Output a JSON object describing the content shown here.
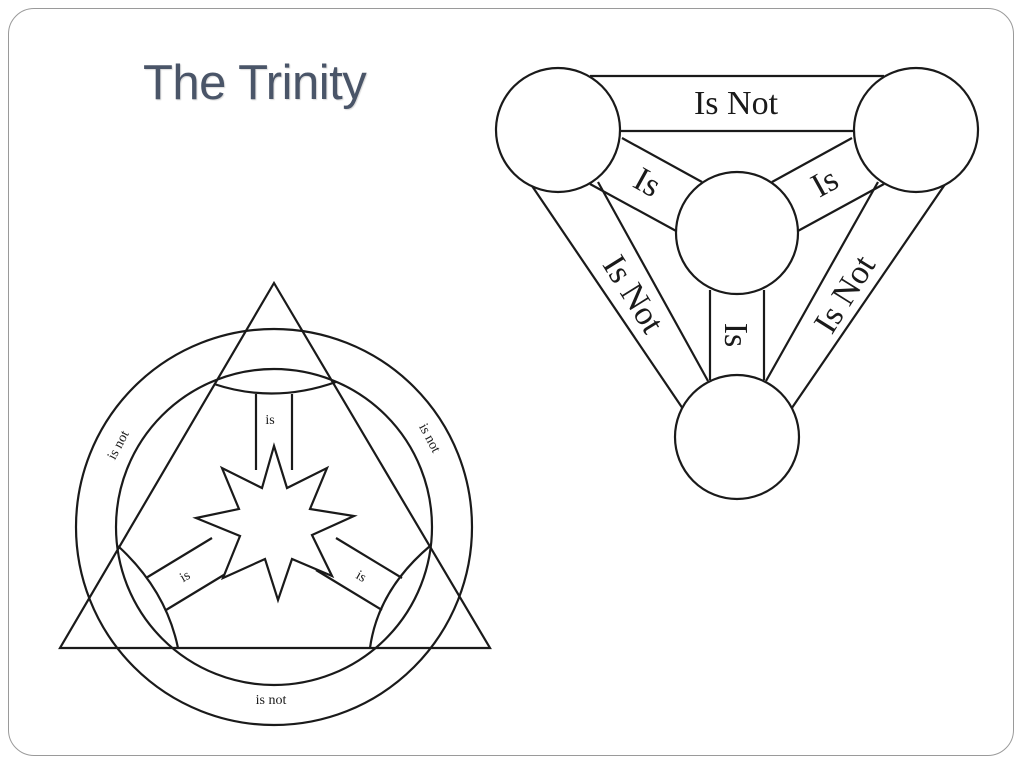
{
  "slide": {
    "title": "The Trinity"
  },
  "shield_diagram": {
    "top_label": "Is Not",
    "left_outer_label": "Is Not",
    "right_outer_label": "Is Not",
    "upper_left_inner_label": "Is",
    "upper_right_inner_label": "Is",
    "lower_inner_label": "Is"
  },
  "triangle_diagram": {
    "left_arc_label": "is not",
    "right_arc_label": "is not",
    "bottom_arc_label": "is not",
    "top_spoke_label": "is",
    "left_spoke_label": "is",
    "right_spoke_label": "is"
  },
  "colors": {
    "title": "#4a5568",
    "line": "#1a1a1a",
    "frame": "#9a9a9a"
  }
}
